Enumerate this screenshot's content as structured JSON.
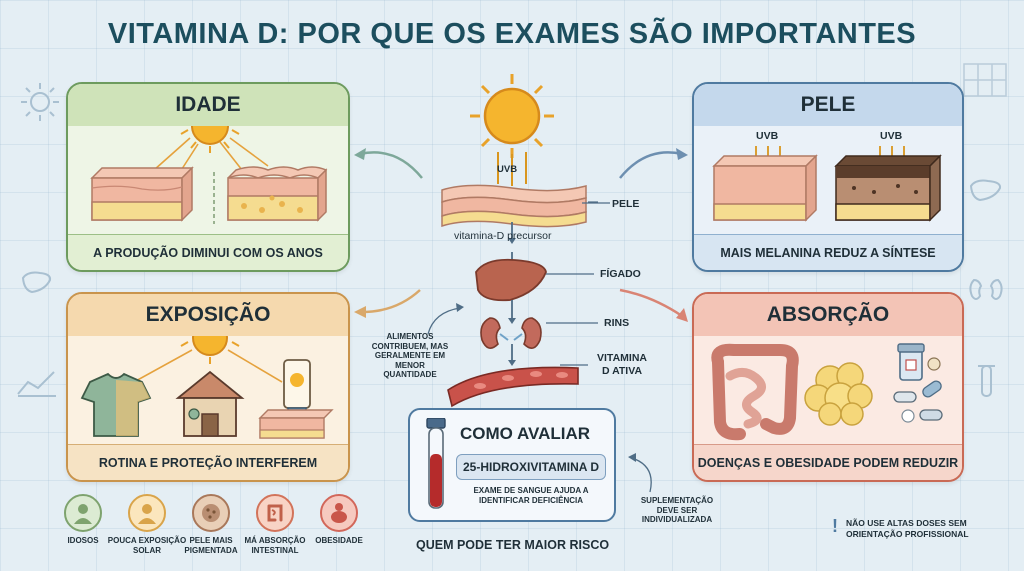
{
  "title": "VITAMINA D: POR QUE OS EXAMES SÃO IMPORTANTES",
  "panels": {
    "idade": {
      "title": "IDADE",
      "footer": "A PRODUÇÃO DIMINUI COM OS ANOS"
    },
    "pele": {
      "title": "PELE",
      "footer": "MAIS MELANINA REDUZ A SÍNTESE",
      "uvb_left": "UVB",
      "uvb_right": "UVB"
    },
    "exposicao": {
      "title": "EXPOSIÇÃO",
      "footer": "ROTINA E PROTEÇÃO INTERFEREM"
    },
    "absorcao": {
      "title": "ABSORÇÃO",
      "footer": "DOENÇAS E OBESIDADE PODEM REDUZIR"
    }
  },
  "pathway": {
    "uvb": "UVB",
    "skin": "PELE",
    "precursor": "vitamina-D precursor",
    "liver": "FÍGADO",
    "kidneys": "RINS",
    "active": "VITAMINA D ATIVA",
    "food_note": "ALIMENTOS CONTRIBUEM, MAS GERALMENTE EM MENOR QUANTIDADE",
    "supplement_note": "SUPLEMENTAÇÃO DEVE SER INDIVIDUALIZADA"
  },
  "assessment": {
    "title": "COMO AVALIAR",
    "test": "25-HIDROXIVITAMINA D",
    "description": "EXAME DE SANGUE AJUDA A IDENTIFICAR DEFICIÊNCIA"
  },
  "risk": {
    "title": "QUEM PODE TER MAIOR RISCO",
    "groups": [
      {
        "label": "IDOSOS",
        "color": "#a8c99a"
      },
      {
        "label": "POUCA EXPOSIÇÃO SOLAR",
        "color": "#f2c77b"
      },
      {
        "label": "PELE MAIS PIGMENTADA",
        "color": "#c9a07c"
      },
      {
        "label": "MÁ ABSORÇÃO INTESTINAL",
        "color": "#ee9a80"
      },
      {
        "label": "OBESIDADE",
        "color": "#ef8f7f"
      }
    ]
  },
  "warning": "NÃO USE ALTAS DOSES SEM ORIENTAÇÃO PROFISSIONAL",
  "colors": {
    "title": "#1c4e5e",
    "idade": "#6d9b5e",
    "pele": "#4f7aa0",
    "exposicao": "#c9944c",
    "absorcao": "#c96a55",
    "sun": "#f5b52e"
  }
}
